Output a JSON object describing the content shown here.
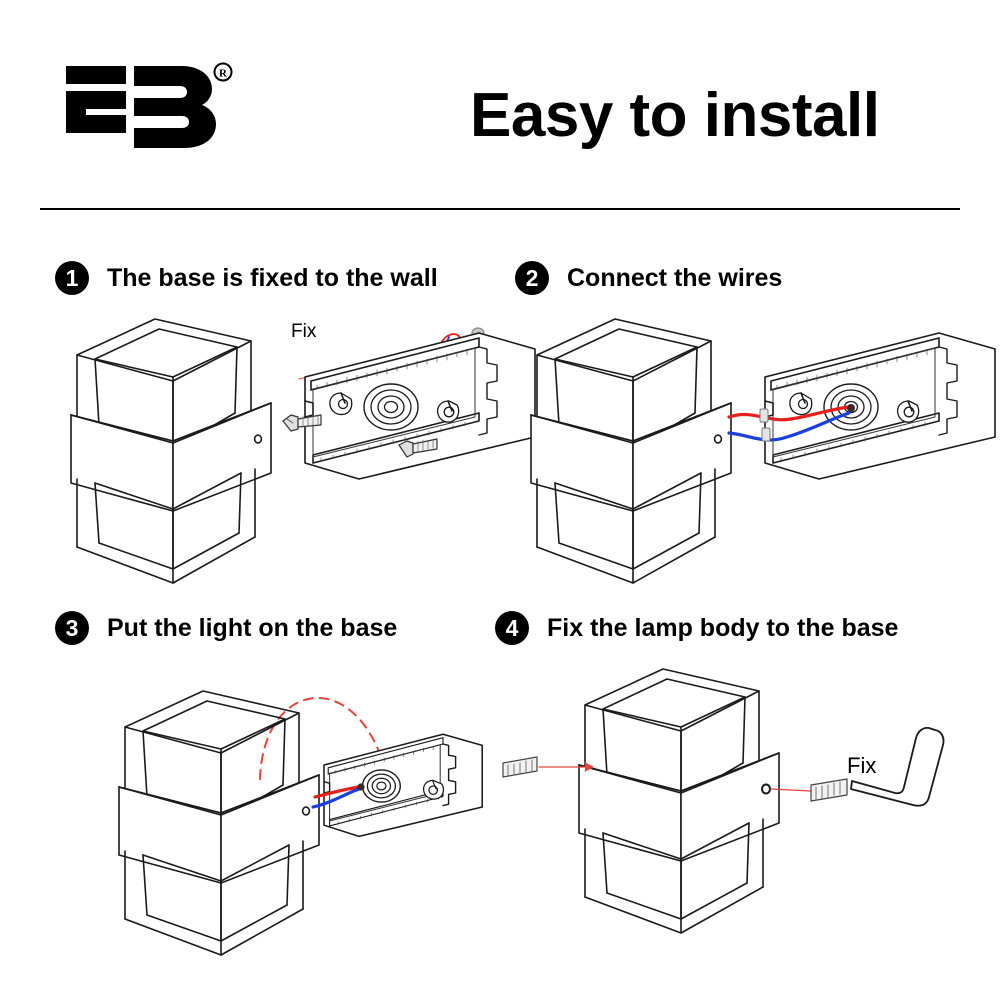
{
  "header": {
    "brand_logo": "eb-logo",
    "brand_mark": "®",
    "title": "Easy to install"
  },
  "colors": {
    "ink": "#000000",
    "line": "#1a1a1a",
    "guide_red": "#e8413a",
    "wire_red": "#e8201a",
    "wire_blue": "#1a3fe0",
    "metal": "#9a9a9a",
    "background": "#ffffff"
  },
  "steps": [
    {
      "number": "1",
      "label": "The base is fixed to the wall",
      "annotations": [
        {
          "id": "fix-label-1",
          "text": "Fix"
        }
      ],
      "parts": [
        "wall-lamp-body",
        "mounting-plate",
        "machine-screw",
        "wall-anchor",
        "alignment-guide-line"
      ]
    },
    {
      "number": "2",
      "label": "Connect the wires",
      "annotations": [],
      "parts": [
        "wall-lamp-body",
        "mounting-plate",
        "red-wire",
        "blue-wire",
        "terminal-connector"
      ]
    },
    {
      "number": "3",
      "label": "Put the light on the base",
      "annotations": [],
      "parts": [
        "wall-lamp-body",
        "mounting-plate",
        "red-wire",
        "blue-wire",
        "rotation-arc-dashed"
      ]
    },
    {
      "number": "4",
      "label": "Fix the lamp body to the base",
      "annotations": [
        {
          "id": "fix-label-4",
          "text": "Fix"
        }
      ],
      "parts": [
        "wall-lamp-body",
        "grub-screw",
        "hex-allen-key",
        "alignment-guide-line"
      ]
    }
  ]
}
